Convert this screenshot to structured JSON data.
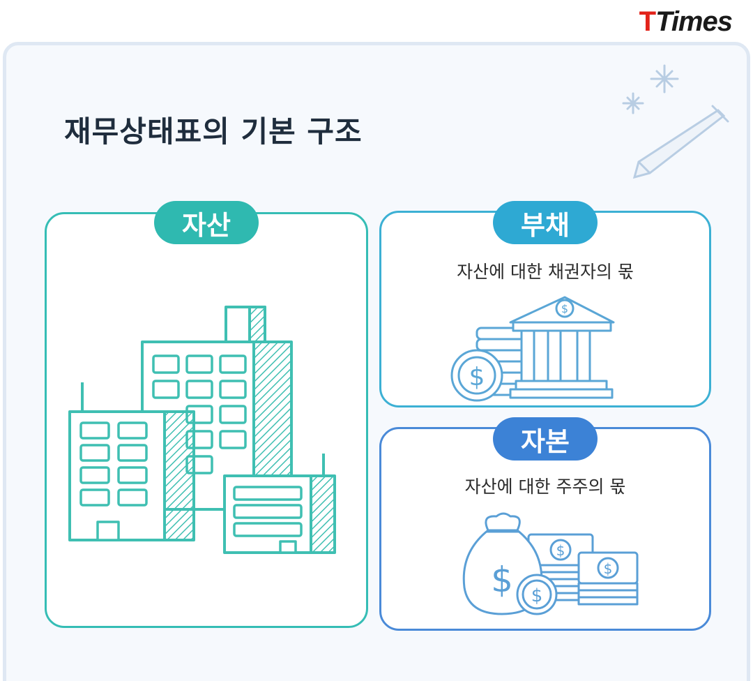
{
  "brand": {
    "logo_t": "T",
    "logo_times": "Times"
  },
  "title": "재무상태표의 기본 구조",
  "asset": {
    "label": "자산"
  },
  "liability": {
    "label": "부채",
    "description": "자산에 대한 채권자의 몫"
  },
  "equity": {
    "label": "자본",
    "description": "자산에 대한 주주의 몫"
  },
  "colors": {
    "asset": "#2fb9b0",
    "liability": "#2ea9d3",
    "equity": "#3c82d6",
    "illustration_asset": "#3fbfb2",
    "illustration_money": "#5a9fd6"
  },
  "icons": [
    "buildings-icon",
    "bank-icon",
    "coin-stack-icon",
    "money-bag-icon",
    "banknotes-icon",
    "pencil-icon",
    "sparkle-icon"
  ]
}
